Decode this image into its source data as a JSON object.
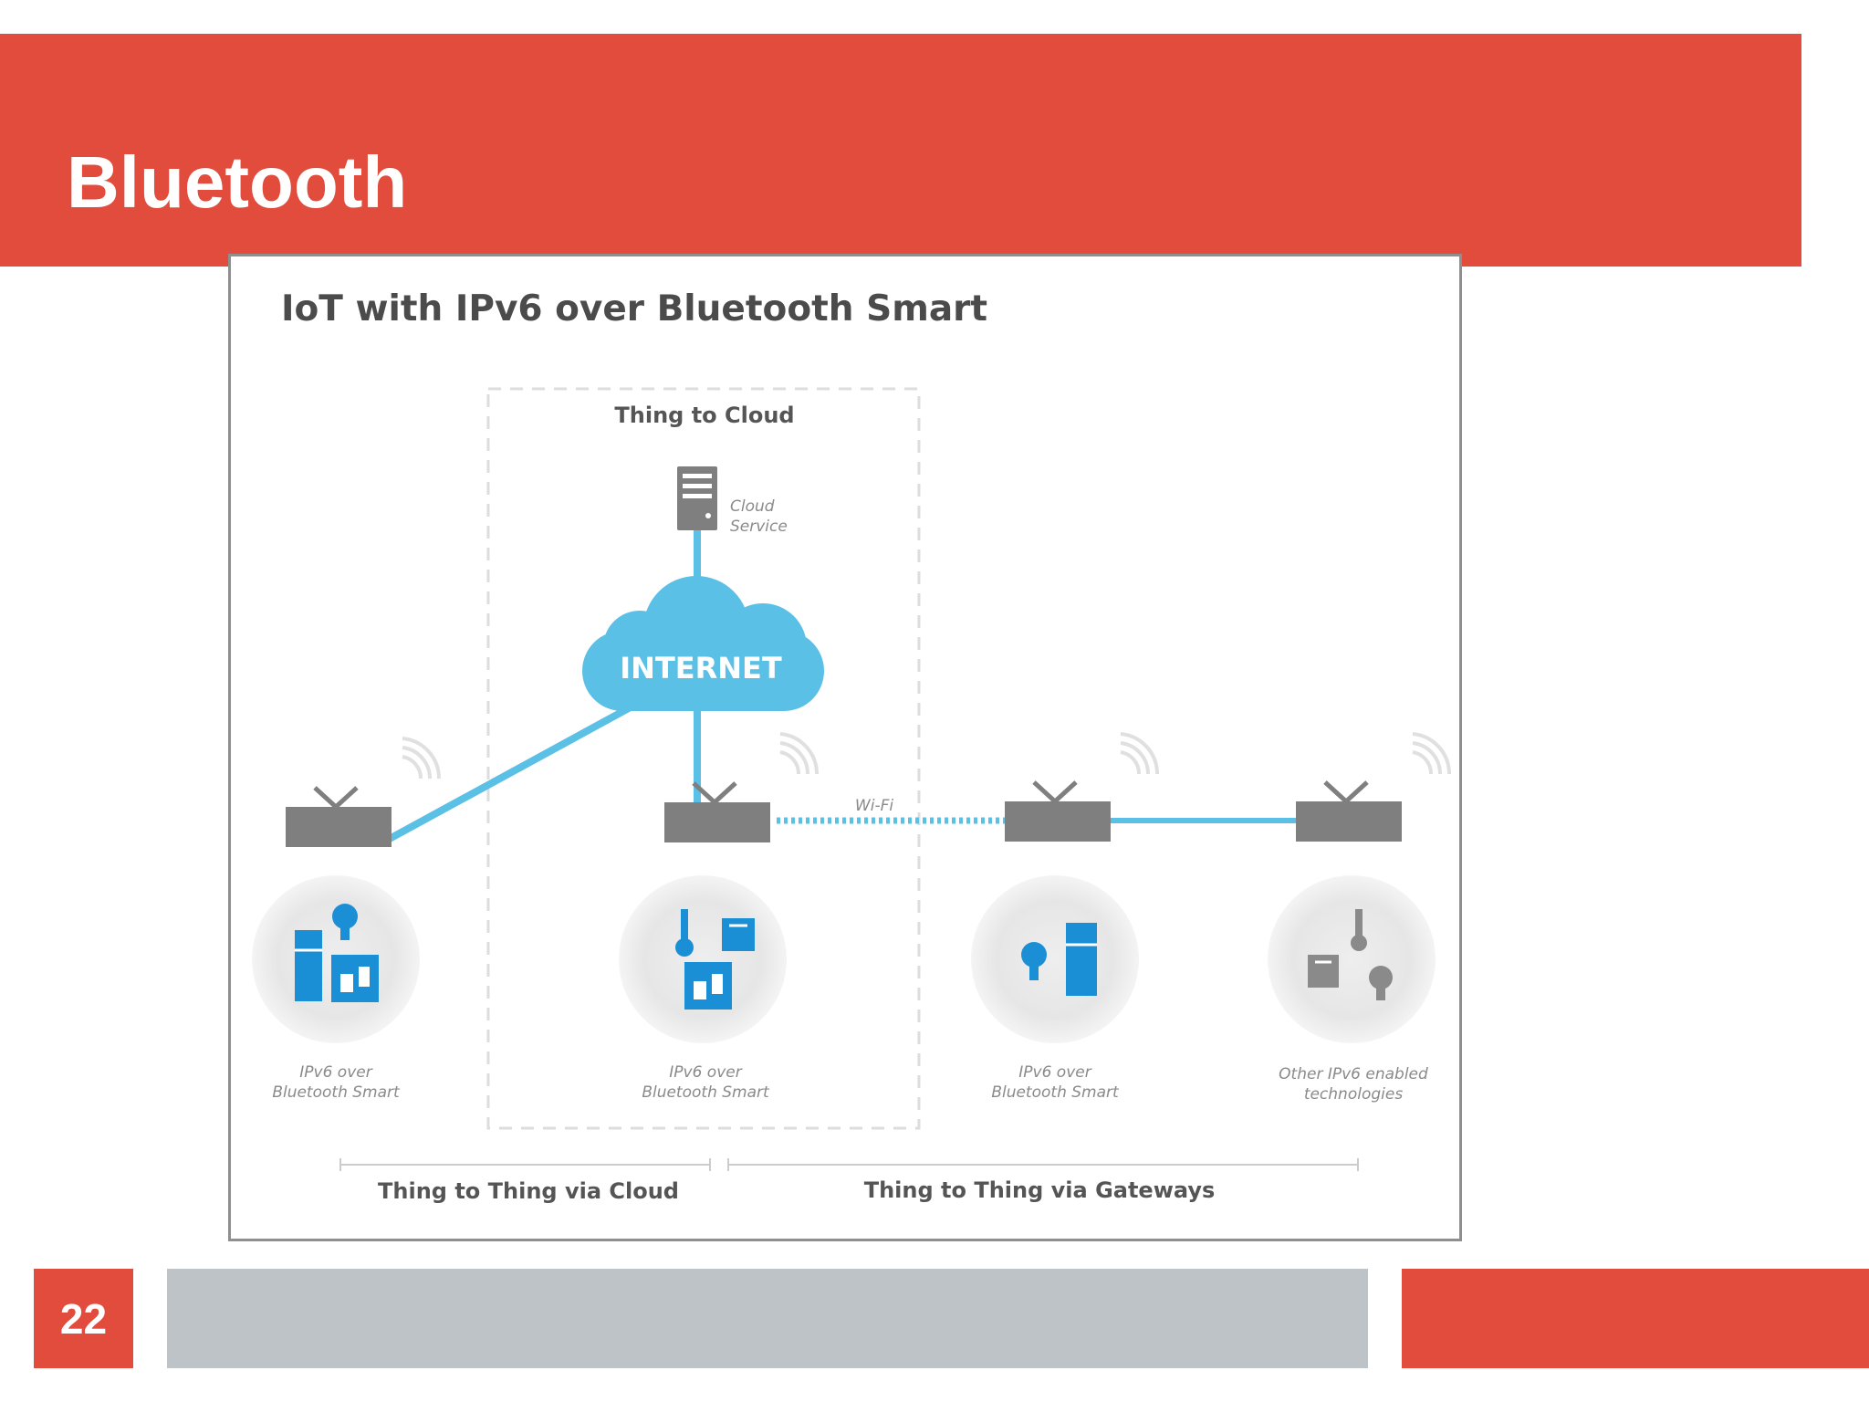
{
  "slide": {
    "title": "Bluetooth",
    "page_number": "22"
  },
  "colors": {
    "accent_red": "#e24c3d",
    "footer_gray": "#bdc3c7",
    "internet_blue": "#5bc0e6",
    "device_blue": "#1b8fd6",
    "gateway_gray": "#7f7f7f"
  },
  "diagram": {
    "title": "IoT with IPv6 over Bluetooth Smart",
    "thing_to_cloud_label": "Thing to Cloud",
    "cloud_service_label_line1": "Cloud",
    "cloud_service_label_line2": "Service",
    "internet_label": "INTERNET",
    "wifi_label": "Wi-Fi",
    "clusters": [
      {
        "line1": "IPv6 over",
        "line2": "Bluetooth Smart",
        "icons": [
          "fridge-icon",
          "lightbulb-icon",
          "coffee-maker-icon"
        ]
      },
      {
        "line1": "IPv6 over",
        "line2": "Bluetooth Smart",
        "icons": [
          "thermometer-icon",
          "scale-icon",
          "coffee-maker-icon"
        ]
      },
      {
        "line1": "IPv6 over",
        "line2": "Bluetooth Smart",
        "icons": [
          "lightbulb-icon",
          "fridge-icon"
        ]
      },
      {
        "line1": "Other IPv6 enabled",
        "line2": "technologies",
        "icons": [
          "thermometer-icon",
          "scale-icon",
          "lightbulb-icon"
        ]
      }
    ],
    "bottom_left_label": "Thing to Thing via Cloud",
    "bottom_right_label": "Thing to Thing via Gateways"
  }
}
